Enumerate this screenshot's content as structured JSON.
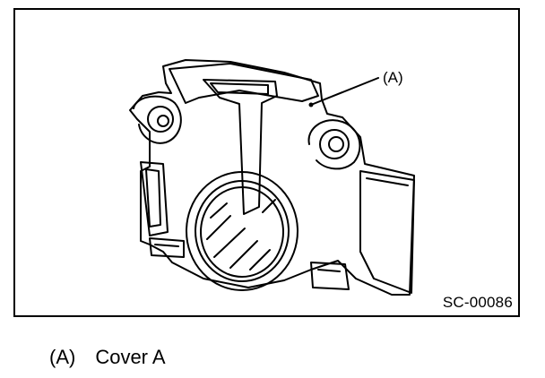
{
  "figure": {
    "code": "SC-00086",
    "callout": "(A)"
  },
  "legend": [
    {
      "key": "(A)",
      "text": "Cover A"
    }
  ]
}
